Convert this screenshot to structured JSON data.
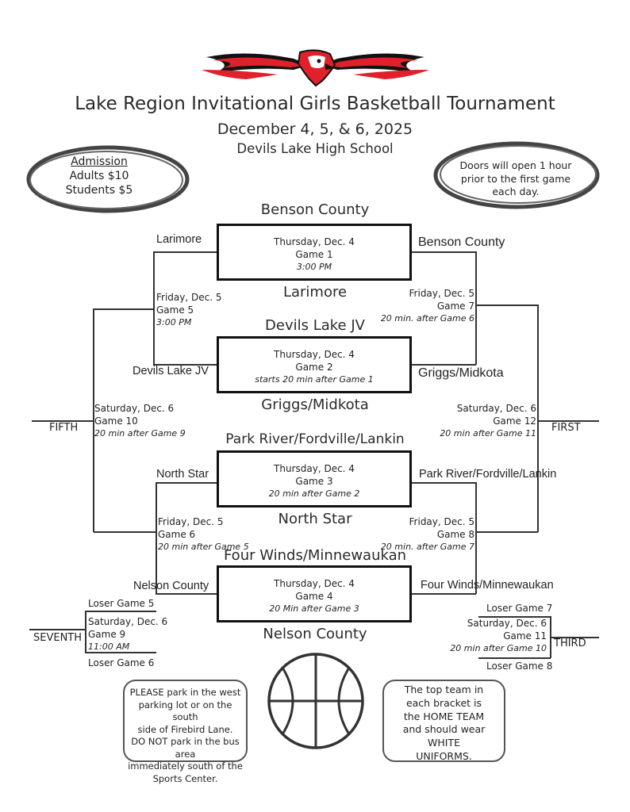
{
  "header": {
    "title": "Lake Region Invitational Girls Basketball Tournament",
    "dates": "December 4, 5, & 6, 2025",
    "venue": "Devils Lake High School"
  },
  "admission": {
    "heading": "Admission",
    "adults": "Adults $10",
    "students": "Students $5"
  },
  "doors": {
    "line1": "Doors will open 1 hour",
    "line2": "prior to the first game",
    "line3": "each day."
  },
  "games": {
    "g1": {
      "day": "Thursday, Dec. 4",
      "name": "Game 1",
      "time": "3:00 PM"
    },
    "g2": {
      "day": "Thursday, Dec. 4",
      "name": "Game 2",
      "time": "starts 20 min after Game 1"
    },
    "g3": {
      "day": "Thursday, Dec. 4",
      "name": "Game 3",
      "time": "20 min after Game 2"
    },
    "g4": {
      "day": "Thursday, Dec. 4",
      "name": "Game 4",
      "time": "20 Min after Game 3"
    },
    "g5": {
      "day": "Friday, Dec. 5",
      "name": "Game 5",
      "time": "3:00 PM"
    },
    "g6": {
      "day": "Friday, Dec. 5",
      "name": "Game 6",
      "time": "20 min after Game 5"
    },
    "g7": {
      "day": "Friday, Dec. 5",
      "name": "Game 7",
      "time": "20 min. after Game 6"
    },
    "g8": {
      "day": "Friday, Dec. 5",
      "name": "Game 8",
      "time": "20 min. after Game 7"
    },
    "g9": {
      "day": "Saturday, Dec. 6",
      "name": "Game 9",
      "time": "11:00 AM"
    },
    "g10": {
      "day": "Saturday, Dec. 6",
      "name": "Game 10",
      "time": "20 min after Game 9"
    },
    "g11": {
      "day": "Saturday, Dec. 6",
      "name": "Game 11",
      "time": "20 min after Game 10"
    },
    "g12": {
      "day": "Saturday, Dec. 6",
      "name": "Game 12",
      "time": "20 min after Game 11"
    }
  },
  "teams": {
    "benson": "Benson County",
    "larimore": "Larimore",
    "dljv": "Devils Lake JV",
    "griggs": "Griggs/Midkota",
    "park": "Park River/Fordville/Lankin",
    "northstar": "North Star",
    "fourwinds": "Four Winds/Minnewaukan",
    "nelson": "Nelson County"
  },
  "places": {
    "fifth": "FIFTH",
    "first": "FIRST",
    "seventh": "SEVENTH",
    "third": "THIRD"
  },
  "losers": {
    "l5": "Loser Game 5",
    "l6": "Loser Game 6",
    "l7": "Loser Game 7",
    "l8": "Loser Game 8"
  },
  "parking": {
    "l1": "PLEASE park in the west",
    "l2": "parking lot or on the south",
    "l3": "side of Firebird Lane.",
    "l4": "DO NOT park in the bus area",
    "l5": "immediately south of the",
    "l6": "Sports Center."
  },
  "home": {
    "l1": "The top team in",
    "l2": "each bracket is",
    "l3": "the HOME TEAM",
    "l4": "and should wear",
    "l5": "WHITE",
    "l6": "UNIFORMS."
  },
  "colors": {
    "logo_red": "#e0202a",
    "logo_black": "#111111"
  },
  "icons": {
    "logo": "firebird-logo",
    "ball": "basketball-icon"
  }
}
